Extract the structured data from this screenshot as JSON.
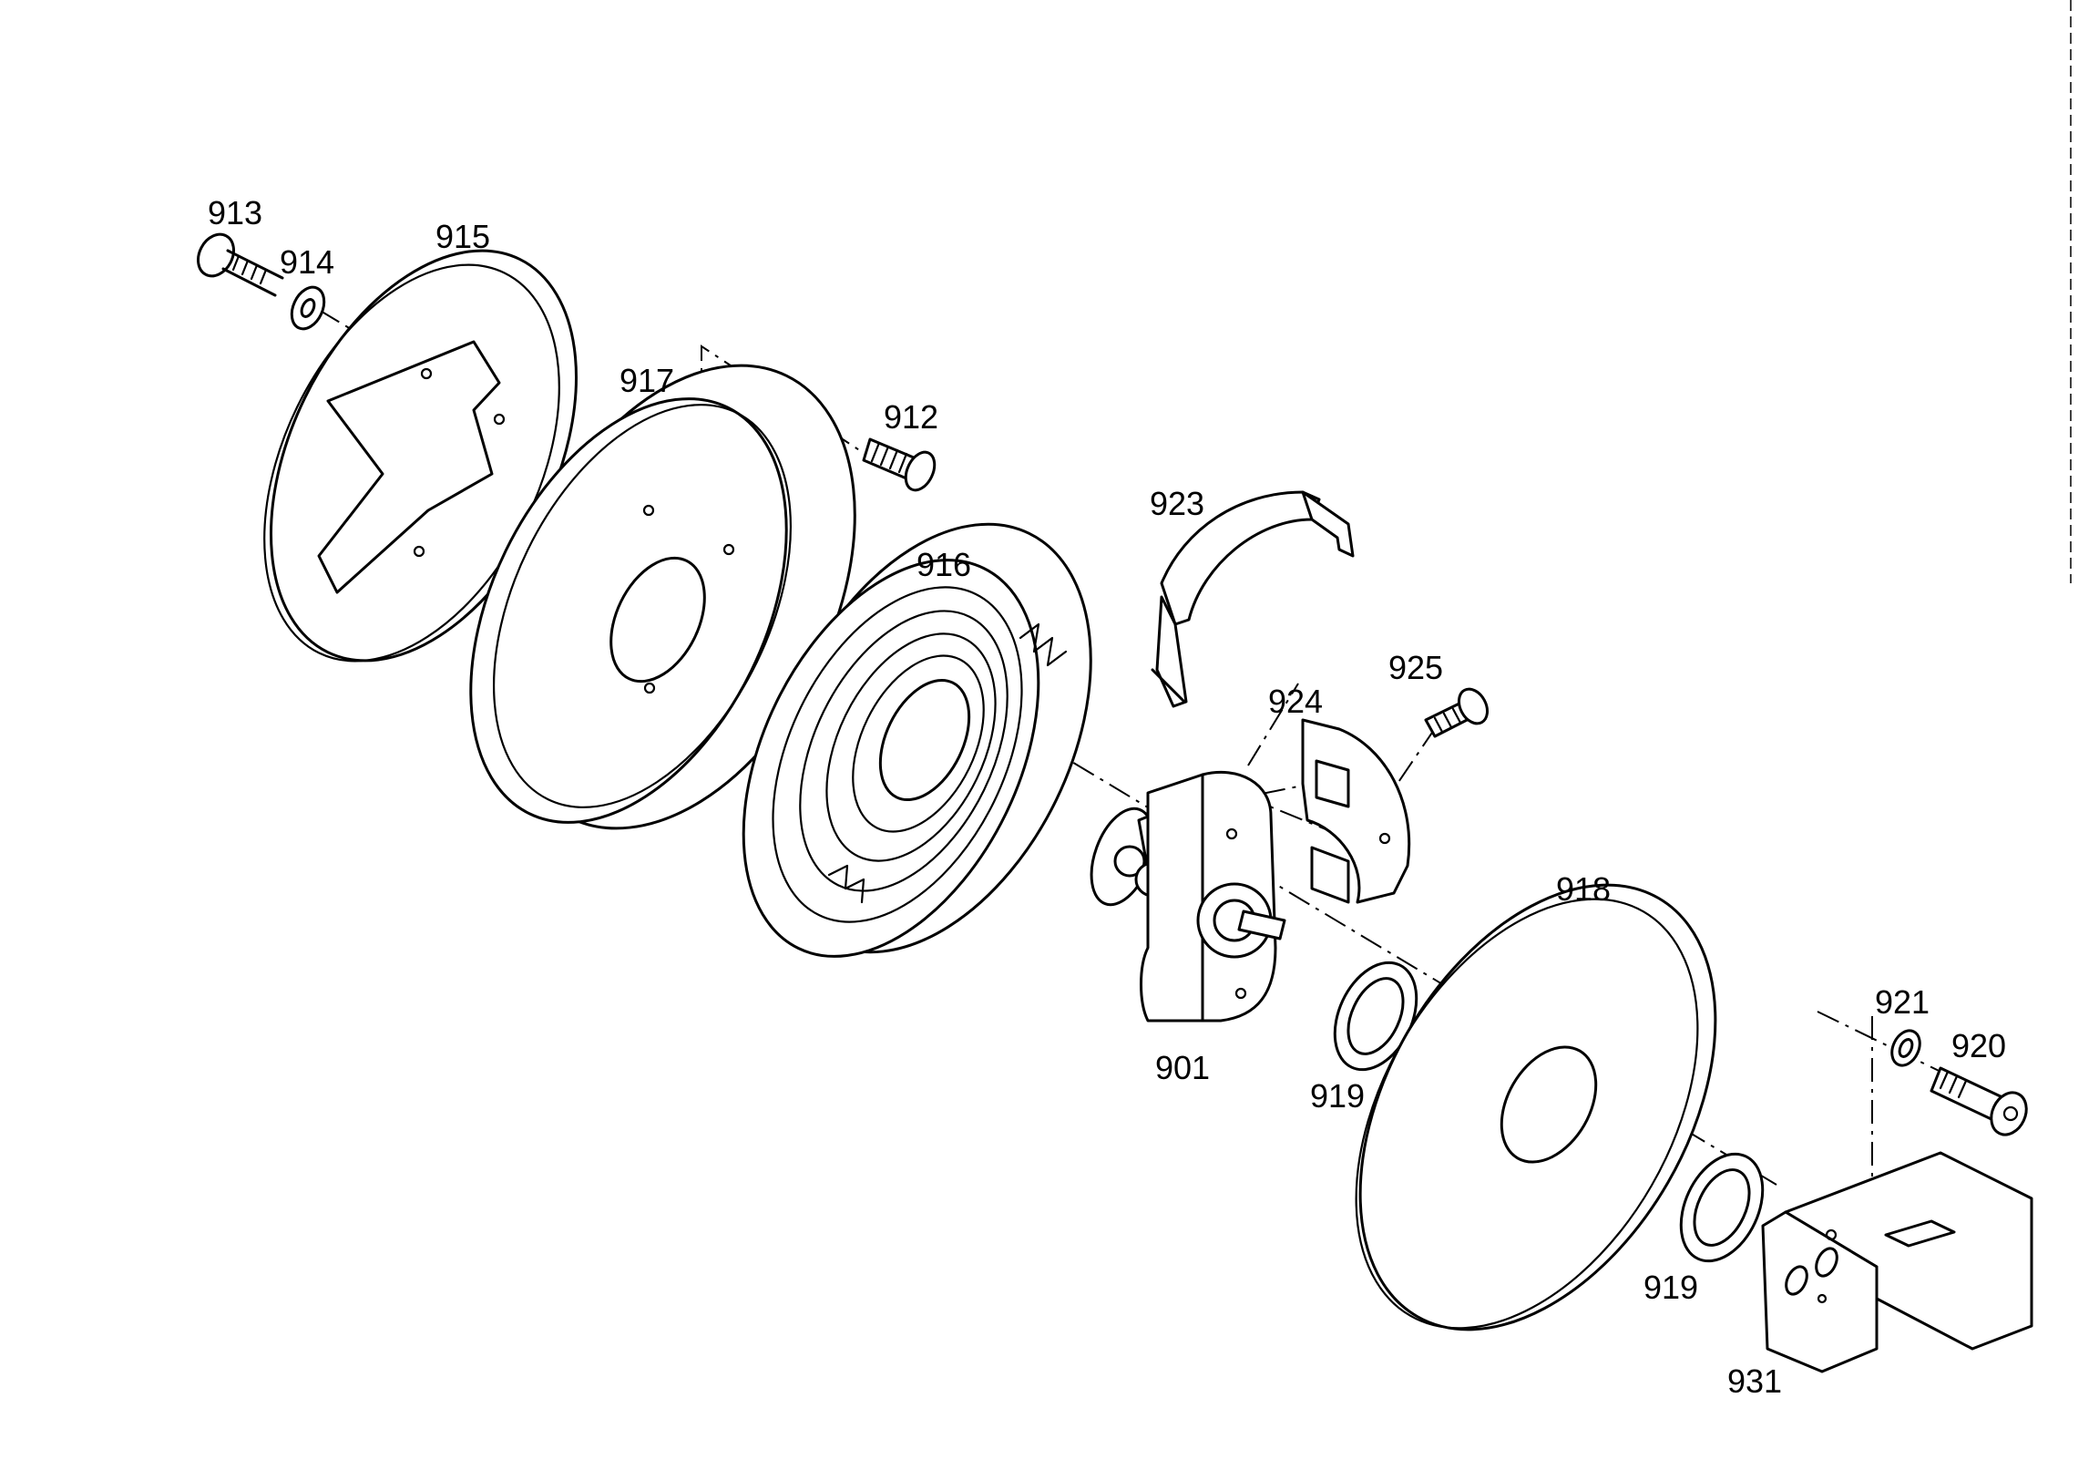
{
  "labels": {
    "p901": "901",
    "p912": "912",
    "p913": "913",
    "p914": "914",
    "p915": "915",
    "p916": "916",
    "p917": "917",
    "p918": "918",
    "p919a": "919",
    "p919b": "919",
    "p920": "920",
    "p921": "921",
    "p923": "923",
    "p924": "924",
    "p925": "925",
    "p931": "931"
  }
}
